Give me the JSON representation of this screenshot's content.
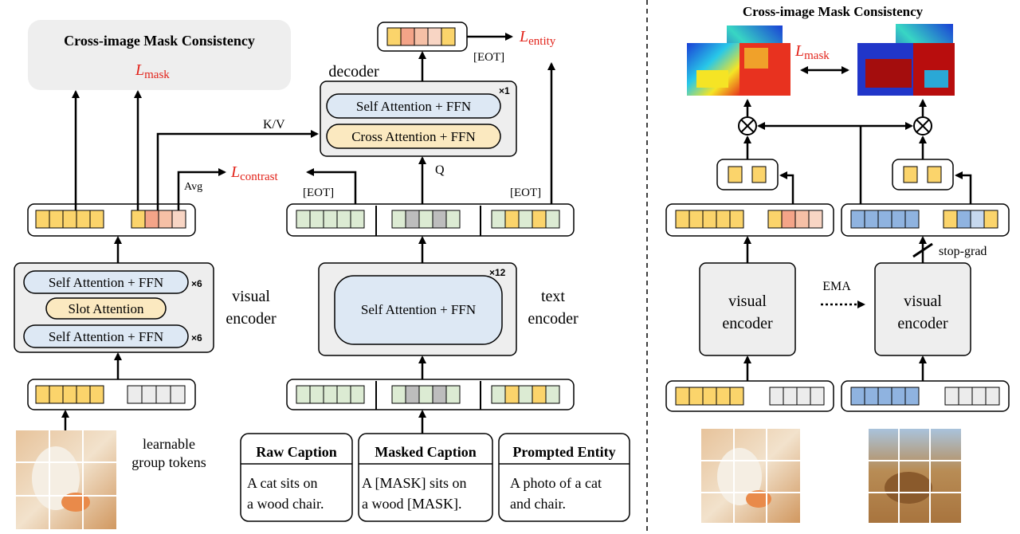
{
  "left": {
    "consistency_title": "Cross-image Mask Consistency",
    "loss_mask": "L",
    "loss_mask_sub": "mask",
    "loss_contrast": "L",
    "loss_contrast_sub": "contrast",
    "loss_entity": "L",
    "loss_entity_sub": "entity",
    "avg_label": "Avg",
    "kv_label": "K/V",
    "q_label": "Q",
    "eot_label": "[EOT]",
    "decoder_label": "decoder",
    "decoder_self_attn": "Self Attention + FFN",
    "decoder_cross_attn": "Cross Attention + FFN",
    "decoder_repeat": "×1",
    "visual_encoder_label_1": "visual",
    "visual_encoder_label_2": "encoder",
    "vis_self_attn_top": "Self Attention + FFN",
    "vis_slot_attn": "Slot Attention",
    "vis_self_attn_bottom": "Self Attention + FFN",
    "vis_repeat": "×6",
    "text_encoder_label_1": "text",
    "text_encoder_label_2": "encoder",
    "text_self_attn": "Self Attention + FFN",
    "text_repeat": "×12",
    "group_tokens_1": "learnable",
    "group_tokens_2": "group tokens",
    "captions": [
      {
        "title": "Raw Caption",
        "line1": "A cat sits on",
        "line2": "a wood chair."
      },
      {
        "title": "Masked Caption",
        "line1": "A [MASK] sits on",
        "line2": "a wood [MASK]."
      },
      {
        "title": "Prompted Entity",
        "line1": "A photo of a cat",
        "line2": "and chair."
      }
    ]
  },
  "right": {
    "consistency_title": "Cross-image Mask Consistency",
    "loss_mask": "L",
    "loss_mask_sub": "mask",
    "visual_encoder_label_1": "visual",
    "visual_encoder_label_2": "encoder",
    "ema_label": "EMA",
    "stop_grad_label": "stop-grad"
  },
  "colors": {
    "yellow": "#fbd46b",
    "orange": "#f4b09a",
    "blue": "#8fb3e0",
    "green": "#dcebd3",
    "gray": "#bdbdbd",
    "light_gray": "#ececec",
    "box_fill": "#eeeeee",
    "attn_blue": "#dde8f4",
    "attn_yellow": "#fbe9c0",
    "loss_red": "#e2231a"
  }
}
